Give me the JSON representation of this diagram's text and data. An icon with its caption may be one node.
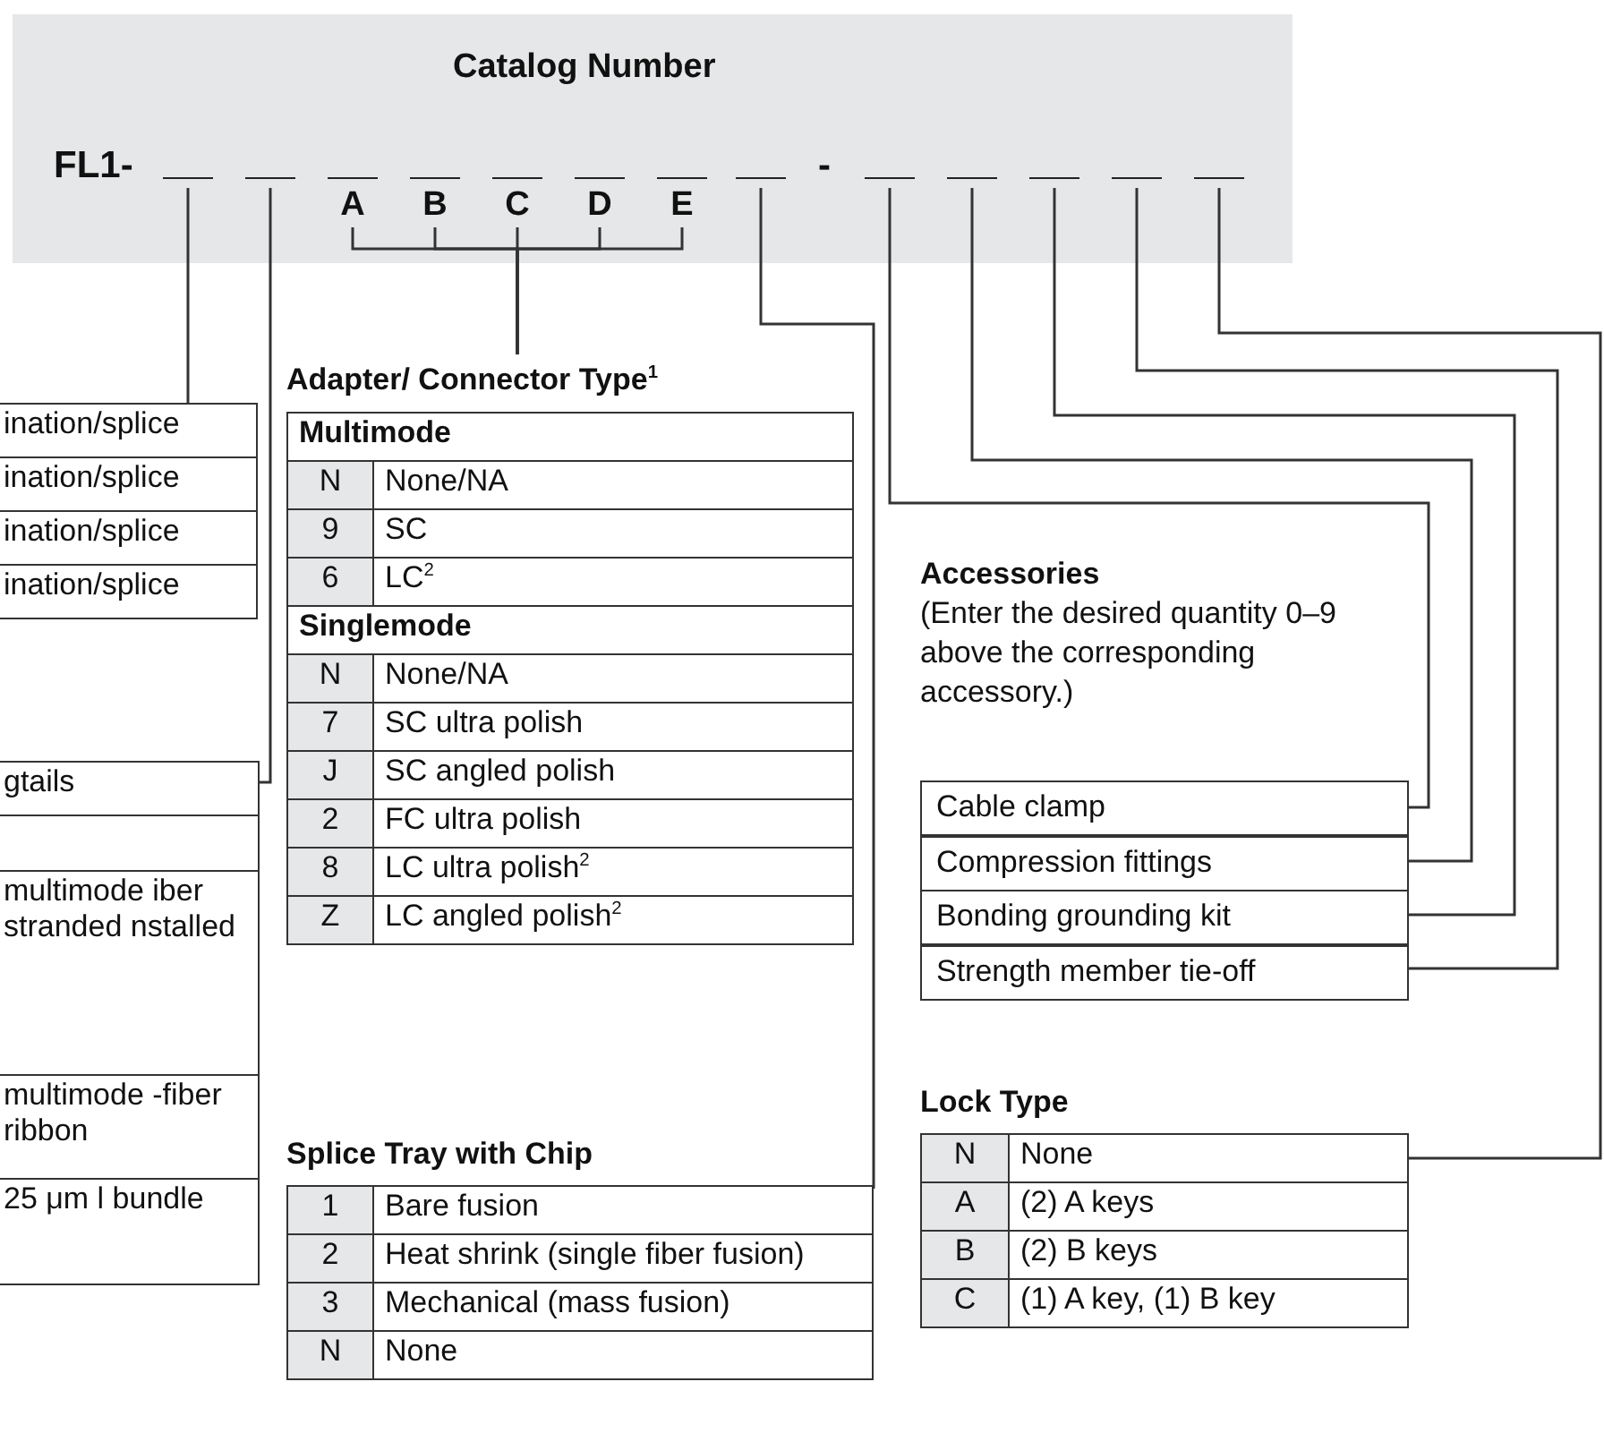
{
  "diagram": {
    "nodes": [
      {
        "text": [
          "Catalog Number",
          "FL1-",
          "-"
        ]
      },
      {
        "text": [],
        "shape": "line",
        "in": 0
      },
      {
        "text": [],
        "shape": "line",
        "in": 0
      },
      {
        "text": [
          "A"
        ],
        "in": 0
      },
      {
        "text": [
          "B"
        ],
        "in": 0
      },
      {
        "text": [
          "C"
        ],
        "in": 0
      },
      {
        "text": [
          "D"
        ],
        "in": 0
      },
      {
        "text": [
          "E"
        ],
        "in": 0
      },
      {
        "text": [],
        "shape": "line",
        "in": 0
      },
      {
        "text": [],
        "shape": "line",
        "in": 0
      },
      {
        "text": [],
        "shape": "line",
        "in": 0
      },
      {
        "text": [],
        "shape": "line",
        "in": 0
      },
      {
        "text": [],
        "shape": "line",
        "in": 0
      },
      {
        "text": [],
        "shape": "line",
        "in": 0
      },
      {
        "text": [
          "ination/splice",
          "ination/splice",
          "ination/splice",
          "ination/splice"
        ]
      },
      {
        "text": [
          "gtails",
          "multimode iber stranded nstalled",
          "multimode -fiber ribbon",
          "25 μm l bundle"
        ]
      },
      {
        "text": [
          "Adapter/ Connector Type$^{1}$",
          "Multimode",
          "N",
          "None/NA",
          "9",
          "SC",
          "6",
          "LC$^{2}$",
          "Singlemode",
          "N",
          "None/NA",
          "7",
          "SC ultra polish",
          "J",
          "SC angled polish",
          "2",
          "FC ultra polish",
          "8",
          "LC ultra polish$^{2}$",
          "Z",
          "LC angled polish$^{2}$"
        ]
      },
      {
        "text": [
          "Splice Tray with Chip",
          "1",
          "Bare fusion",
          "2",
          "Heat shrink (single fiber fusion)",
          "3",
          "Mechanical (mass fusion)",
          "N",
          "None"
        ]
      },
      {
        "text": [
          "Accessories",
          "(Enter the desired quantity 0–9 above the corresponding accessory.)"
        ]
      },
      {
        "text": [
          "Cable clamp"
        ],
        "in": 18
      },
      {
        "text": [
          "Compression fittings"
        ],
        "in": 18
      },
      {
        "text": [
          "Bonding grounding kit"
        ],
        "in": 18
      },
      {
        "text": [
          "Strength member tie-off"
        ],
        "in": 18
      },
      {
        "text": [
          "Lock Type",
          "N",
          "None",
          "A",
          "(2) A keys",
          "B",
          "(2) B keys",
          "C",
          "(1) A key, (1) B key"
        ]
      }
    ],
    "edges": [
      {
        "from": 1,
        "to": 14,
        "arrow": "none"
      },
      {
        "from": 2,
        "to": 15,
        "arrow": "none"
      },
      {
        "from": 3,
        "to": 16,
        "arrow": "none"
      },
      {
        "from": 4,
        "to": 16,
        "arrow": "none"
      },
      {
        "from": 5,
        "to": 16,
        "arrow": "none"
      },
      {
        "from": 6,
        "to": 16,
        "arrow": "none"
      },
      {
        "from": 7,
        "to": 16,
        "arrow": "none"
      },
      {
        "from": 8,
        "to": 17,
        "arrow": "none"
      },
      {
        "from": 9,
        "to": 19,
        "arrow": "none"
      },
      {
        "from": 10,
        "to": 20,
        "arrow": "none"
      },
      {
        "from": 11,
        "to": 21,
        "arrow": "none"
      },
      {
        "from": 12,
        "to": 22,
        "arrow": "none"
      },
      {
        "from": 13,
        "to": 23,
        "arrow": "none"
      }
    ]
  }
}
